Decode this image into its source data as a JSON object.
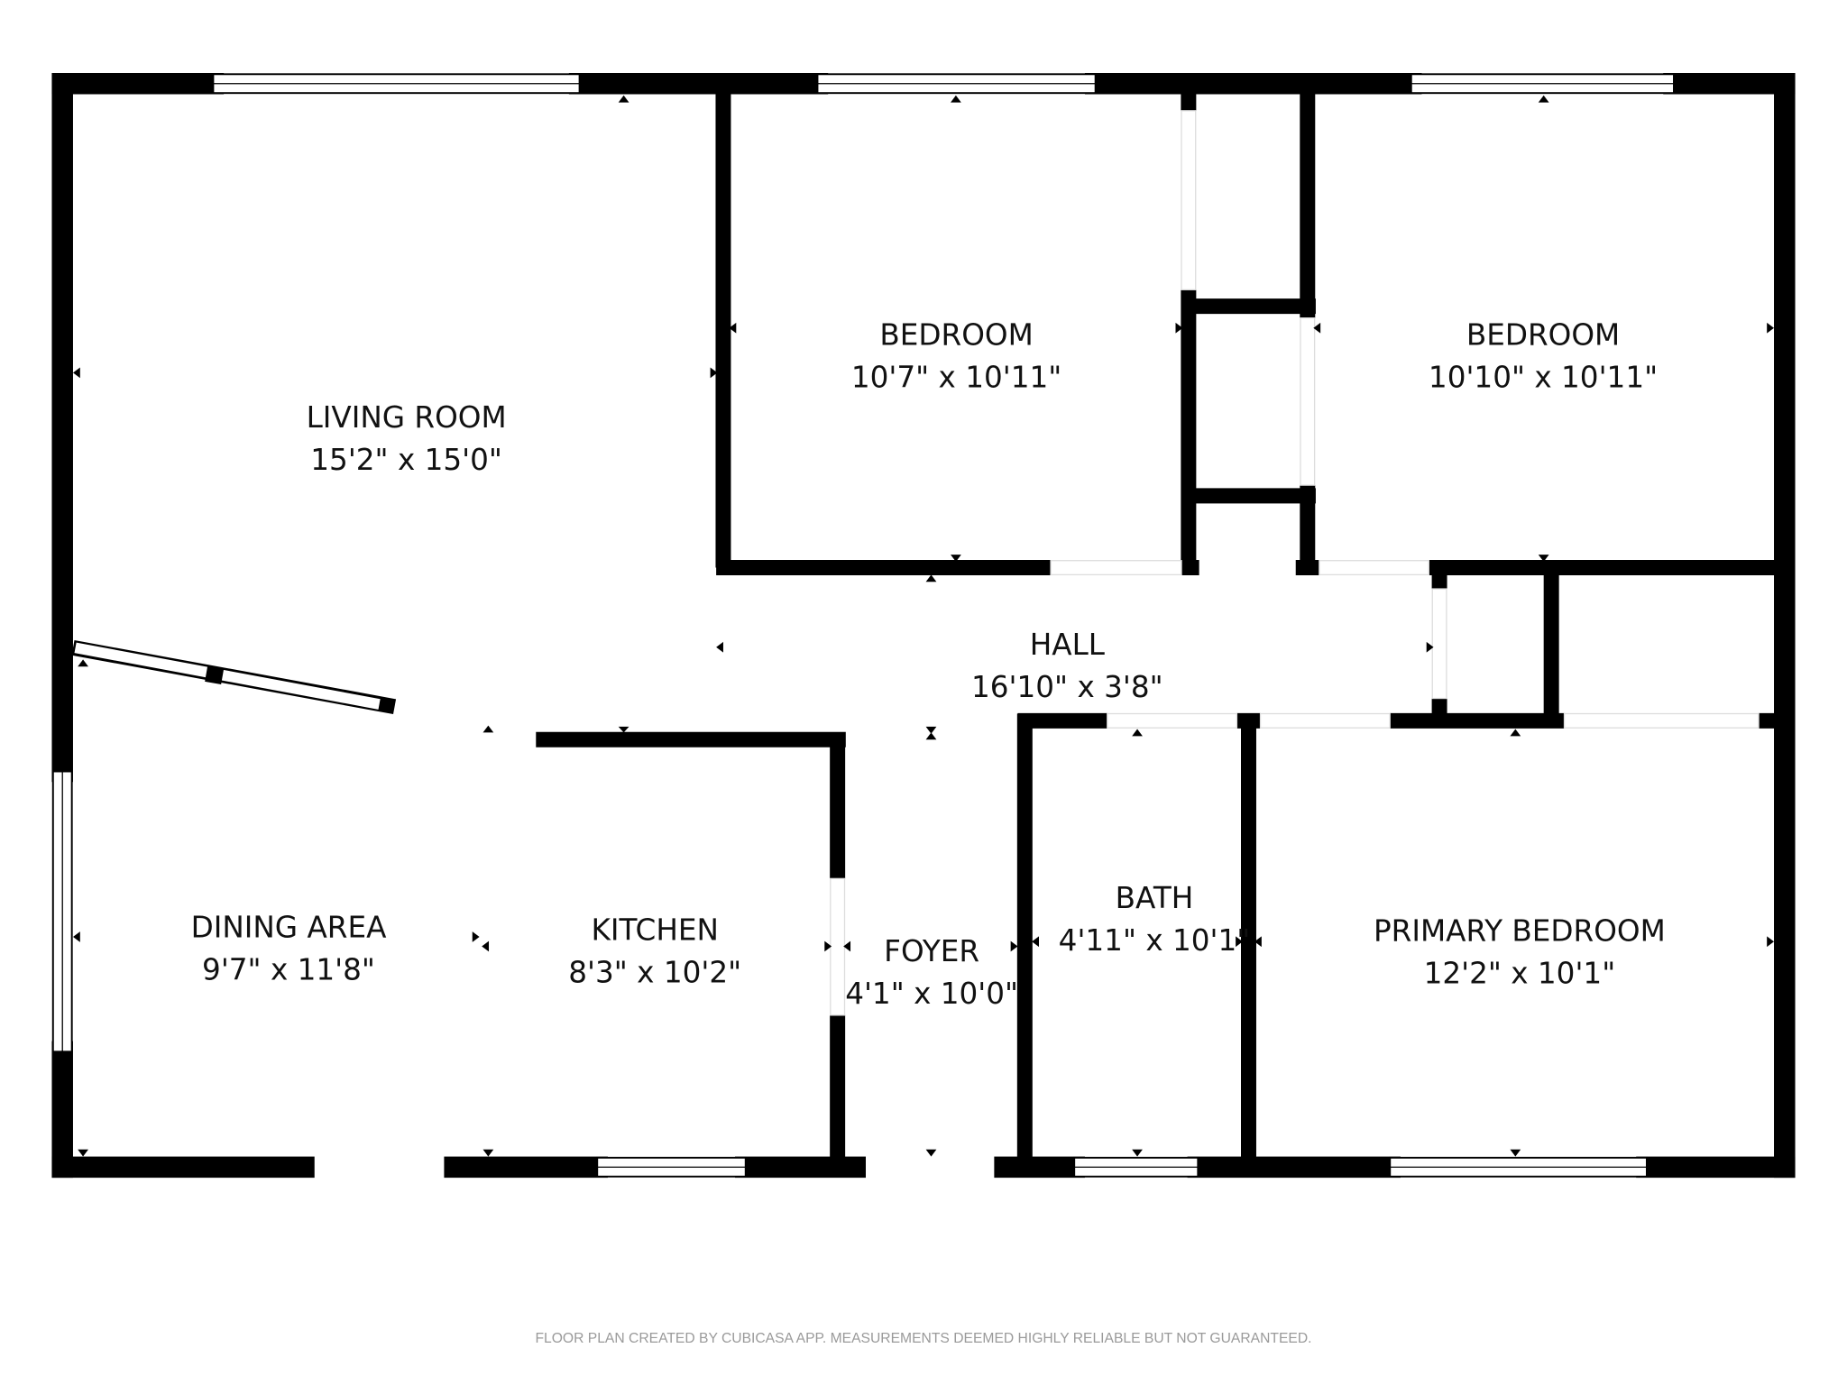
{
  "rooms": {
    "living_room": {
      "name": "LIVING ROOM",
      "dimensions": "15'2\" x 15'0\""
    },
    "bedroom_1": {
      "name": "BEDROOM",
      "dimensions": "10'7\" x 10'11\""
    },
    "bedroom_2": {
      "name": "BEDROOM",
      "dimensions": "10'10\" x 10'11\""
    },
    "hall": {
      "name": "HALL",
      "dimensions": "16'10\" x 3'8\""
    },
    "dining_area": {
      "name": "DINING AREA",
      "dimensions": "9'7\" x 11'8\""
    },
    "kitchen": {
      "name": "KITCHEN",
      "dimensions": "8'3\" x 10'2\""
    },
    "foyer": {
      "name": "FOYER",
      "dimensions": "4'1\" x 10'0\""
    },
    "bath": {
      "name": "BATH",
      "dimensions": "4'11\" x 10'1\""
    },
    "primary_bedroom": {
      "name": "PRIMARY BEDROOM",
      "dimensions": "12'2\" x 10'1\""
    }
  },
  "footer": "FLOOR PLAN CREATED BY CUBICASA APP. MEASUREMENTS DEEMED HIGHLY RELIABLE BUT NOT GUARANTEED."
}
